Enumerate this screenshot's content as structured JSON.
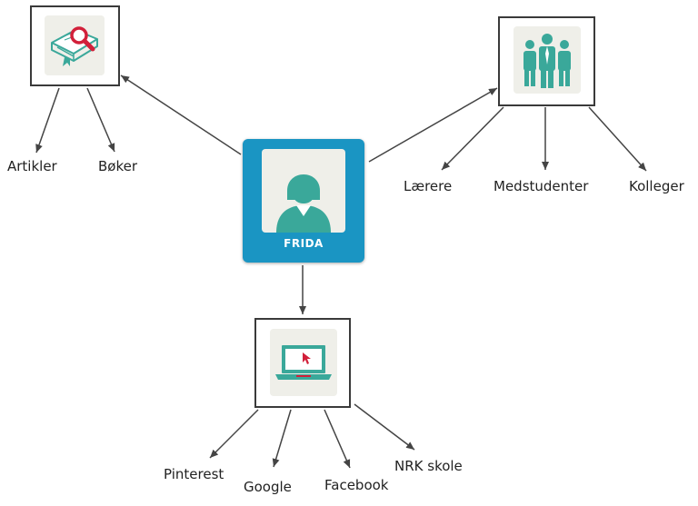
{
  "center": {
    "name": "FRIDA"
  },
  "nodes": {
    "literature": {
      "icon": "book-search-icon",
      "items": [
        "Artikler",
        "Bøker"
      ]
    },
    "people": {
      "icon": "people-icon",
      "items": [
        "Lærere",
        "Medstudenter",
        "Kolleger"
      ]
    },
    "internet": {
      "icon": "laptop-icon",
      "items": [
        "Pinterest",
        "Google",
        "Facebook",
        "NRK skole"
      ]
    }
  },
  "colors": {
    "accent": "#1a95c3",
    "teal": "#3aa89a",
    "red": "#d2203a",
    "tile": "#efefe9"
  }
}
